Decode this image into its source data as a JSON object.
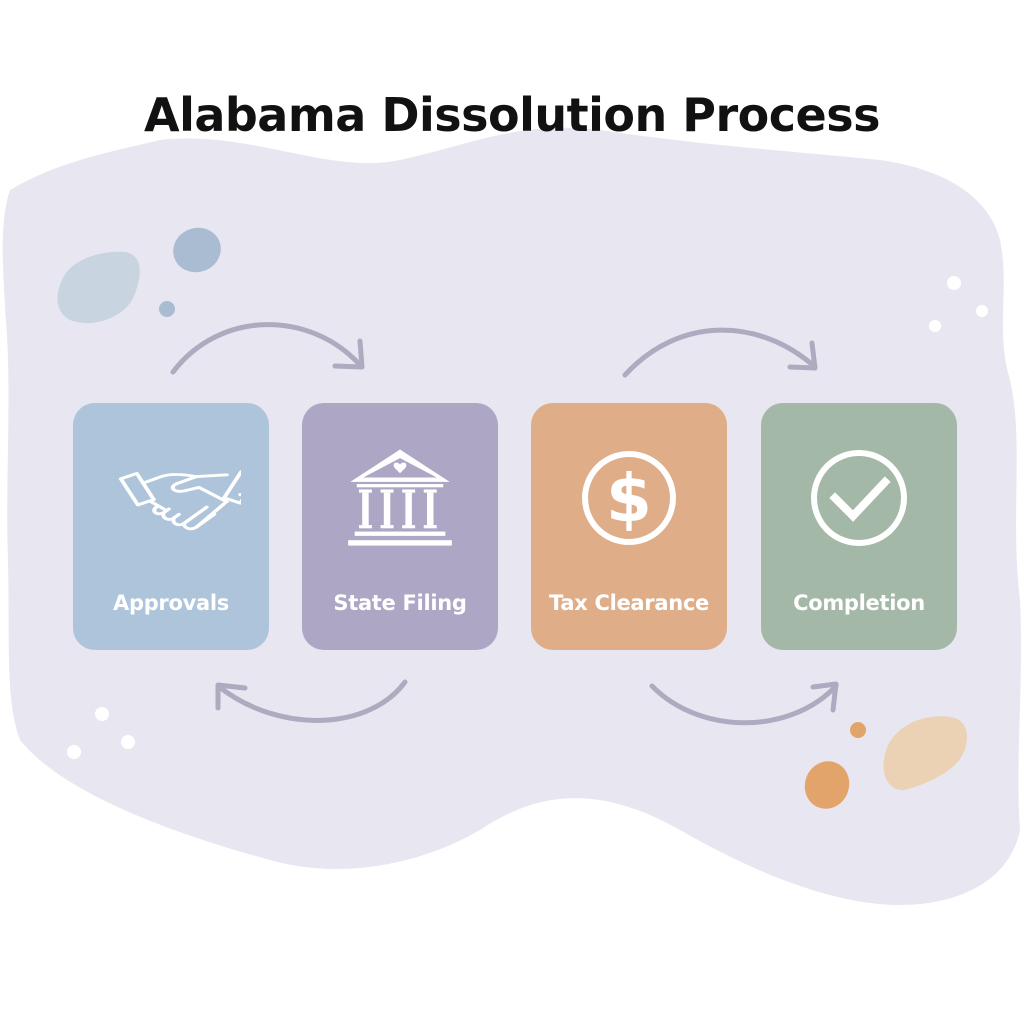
{
  "title": "Alabama Dissolution Process",
  "colors": {
    "background_blob": "#e8e6f0",
    "arrow": "#aeaac0",
    "title_text": "#111111",
    "label_text": "#ffffff"
  },
  "steps": [
    {
      "label": "Approvals",
      "icon": "handshake-icon",
      "color": "#adc4db"
    },
    {
      "label": "State Filing",
      "icon": "bank-building-icon",
      "color": "#ada6c4"
    },
    {
      "label": "Tax Clearance",
      "icon": "dollar-circle-icon",
      "color": "#e0ad89"
    },
    {
      "label": "Completion",
      "icon": "check-circle-icon",
      "color": "#a4b8a8"
    }
  ],
  "arrows": [
    {
      "from": "Approvals",
      "to": "State Filing",
      "position": "top",
      "direction": "right"
    },
    {
      "from": "State Filing",
      "to": "Approvals",
      "position": "bottom",
      "direction": "left"
    },
    {
      "from": "Tax Clearance",
      "to": "Completion",
      "position": "top",
      "direction": "right"
    },
    {
      "from": "Tax Clearance",
      "to": "Completion",
      "position": "bottom",
      "direction": "right"
    }
  ],
  "decorations": {
    "blue_blobs": [
      "#c8d4e0",
      "#a9bcd2"
    ],
    "orange_blobs": [
      "#ecd2b4",
      "#e3a46c"
    ],
    "white_dots": true
  }
}
